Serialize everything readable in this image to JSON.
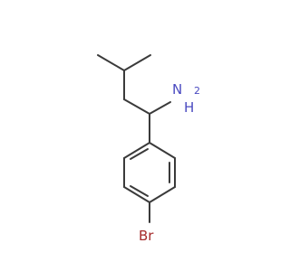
{
  "molecule": {
    "atoms": {
      "amine": {
        "element": "N",
        "hydrogens": "H",
        "hydrogen_count": "2"
      },
      "halogen": {
        "element": "Br"
      }
    },
    "colors": {
      "bond": "#3a3a3a",
      "nitrogen": "#4a4ac0",
      "bromine": "#a52a2a"
    }
  }
}
